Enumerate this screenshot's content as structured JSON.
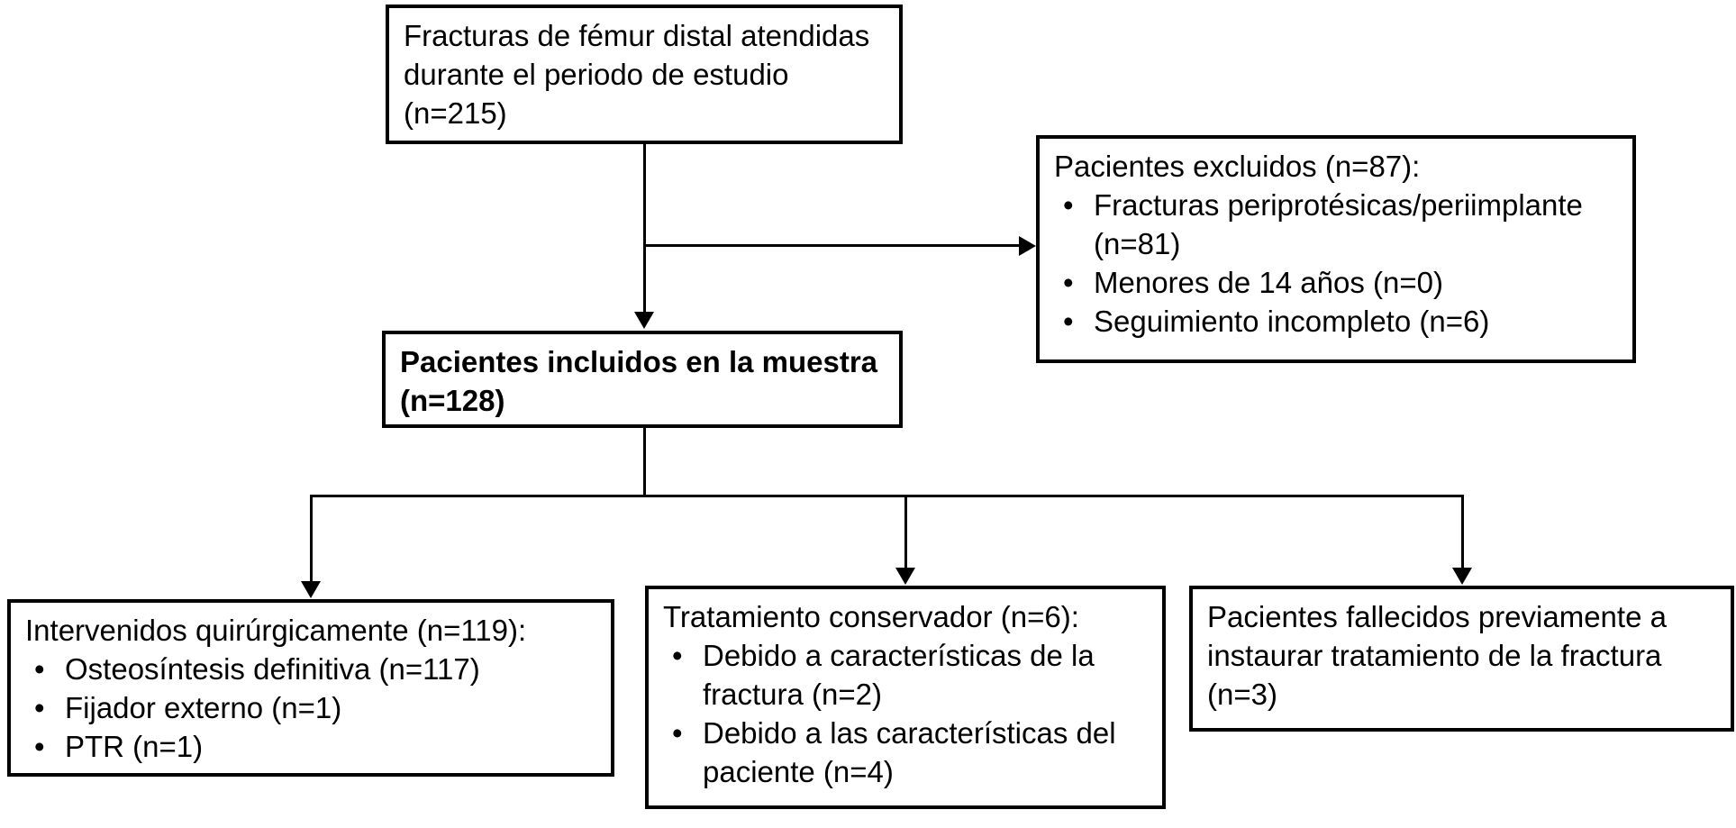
{
  "chart_data": {
    "type": "diagram",
    "subtype": "flowchart",
    "title": "",
    "orientation": "top-down",
    "nodes": [
      {
        "id": "top",
        "head": "Fracturas de fémur distal atendidas durante el periodo de estudio (n=215)",
        "bullets": [],
        "bold": false,
        "n": 215
      },
      {
        "id": "excluded",
        "head": "Pacientes excluidos (n=87):",
        "bullets": [
          "Fracturas periprotésicas/periimplante (n=81)",
          "Menores de 14 años (n=0)",
          "Seguimiento incompleto (n=6)"
        ],
        "bold": false,
        "n": 87
      },
      {
        "id": "included",
        "head": "Pacientes incluidos en la muestra (n=128)",
        "bullets": [],
        "bold": true,
        "n": 128
      },
      {
        "id": "surgical",
        "head": "Intervenidos quirúrgicamente (n=119):",
        "bullets": [
          "Osteosíntesis definitiva (n=117)",
          "Fijador externo (n=1)",
          "PTR (n=1)"
        ],
        "bold": false,
        "n": 119
      },
      {
        "id": "conservative",
        "head": "Tratamiento conservador (n=6):",
        "bullets": [
          "Debido a características de la fractura (n=2)",
          "Debido a las características del paciente (n=4)"
        ],
        "bold": false,
        "n": 6
      },
      {
        "id": "deceased",
        "head": "Pacientes fallecidos previamente a instaurar tratamiento de la fractura (n=3)",
        "bullets": [],
        "bold": false,
        "n": 3
      }
    ],
    "edges": [
      {
        "from": "top",
        "to": "included",
        "style": "arrow-down"
      },
      {
        "from": "top",
        "to": "excluded",
        "style": "arrow-right"
      },
      {
        "from": "included",
        "to": "surgical",
        "style": "arrow-down"
      },
      {
        "from": "included",
        "to": "conservative",
        "style": "arrow-down"
      },
      {
        "from": "included",
        "to": "deceased",
        "style": "arrow-down"
      }
    ],
    "bullet_glyph": "•",
    "colors": {
      "stroke": "#000000",
      "fill": "#ffffff",
      "text": "#000000"
    }
  },
  "boxes": {
    "top": {
      "text": "Fracturas de fémur distal atendidas durante el periodo de estudio (n=215)"
    },
    "excluded": {
      "head": "Pacientes excluidos (n=87):",
      "items": [
        "Fracturas periprotésicas/periimplante (n=81)",
        "Menores de 14 años (n=0)",
        "Seguimiento incompleto (n=6)"
      ]
    },
    "included": {
      "text": "Pacientes incluidos en la muestra (n=128)"
    },
    "surgical": {
      "head": "Intervenidos quirúrgicamente (n=119):",
      "items": [
        "Osteosíntesis definitiva (n=117)",
        "Fijador externo (n=1)",
        "PTR (n=1)"
      ]
    },
    "conservative": {
      "head": "Tratamiento conservador (n=6):",
      "items": [
        "Debido a características de la fractura (n=2)",
        "Debido a las características del paciente (n=4)"
      ]
    },
    "deceased": {
      "text": "Pacientes fallecidos previamente a instaurar tratamiento de la fractura (n=3)"
    }
  },
  "glyphs": {
    "bullet": "•"
  }
}
